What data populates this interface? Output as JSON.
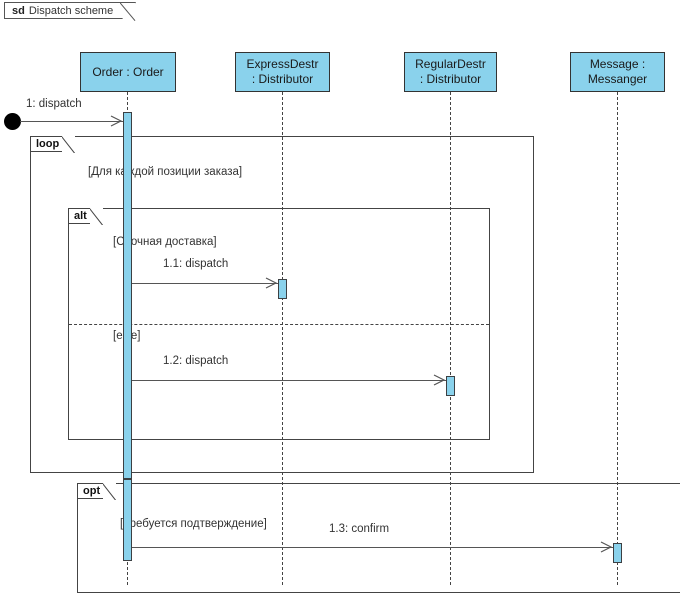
{
  "diagram": {
    "kind_keyword": "sd",
    "title": "Dispatch scheme",
    "colors": {
      "lifeline_fill": "#8ad2ec",
      "activation_fill": "#8ad2ec",
      "border": "#333333",
      "line": "#555555"
    }
  },
  "lifelines": [
    {
      "name": "order",
      "line1": "Order : Order",
      "line2": ""
    },
    {
      "name": "express-distributor",
      "line1": "ExpressDestr",
      "line2": ": Distributor"
    },
    {
      "name": "regular-distributor",
      "line1": "RegularDestr",
      "line2": ": Distributor"
    },
    {
      "name": "messanger",
      "line1": "Message :",
      "line2": "Messanger"
    }
  ],
  "messages": [
    {
      "id": "m0",
      "label": "1: dispatch",
      "from": "start-node",
      "to": "order"
    },
    {
      "id": "m1",
      "label": "1.1: dispatch",
      "from": "order",
      "to": "express-distributor"
    },
    {
      "id": "m2",
      "label": "1.2: dispatch",
      "from": "order",
      "to": "regular-distributor"
    },
    {
      "id": "m3",
      "label": "1.3: confirm",
      "from": "order",
      "to": "messanger"
    }
  ],
  "fragments": [
    {
      "name": "loop",
      "operator": "loop",
      "guard": "[Для каждой позиции заказа]"
    },
    {
      "name": "alt",
      "operator": "alt",
      "guard": "[Срочная доставка]",
      "else_guard": "[else]"
    },
    {
      "name": "opt",
      "operator": "opt",
      "guard": "[Требуется подтверждение]"
    }
  ]
}
